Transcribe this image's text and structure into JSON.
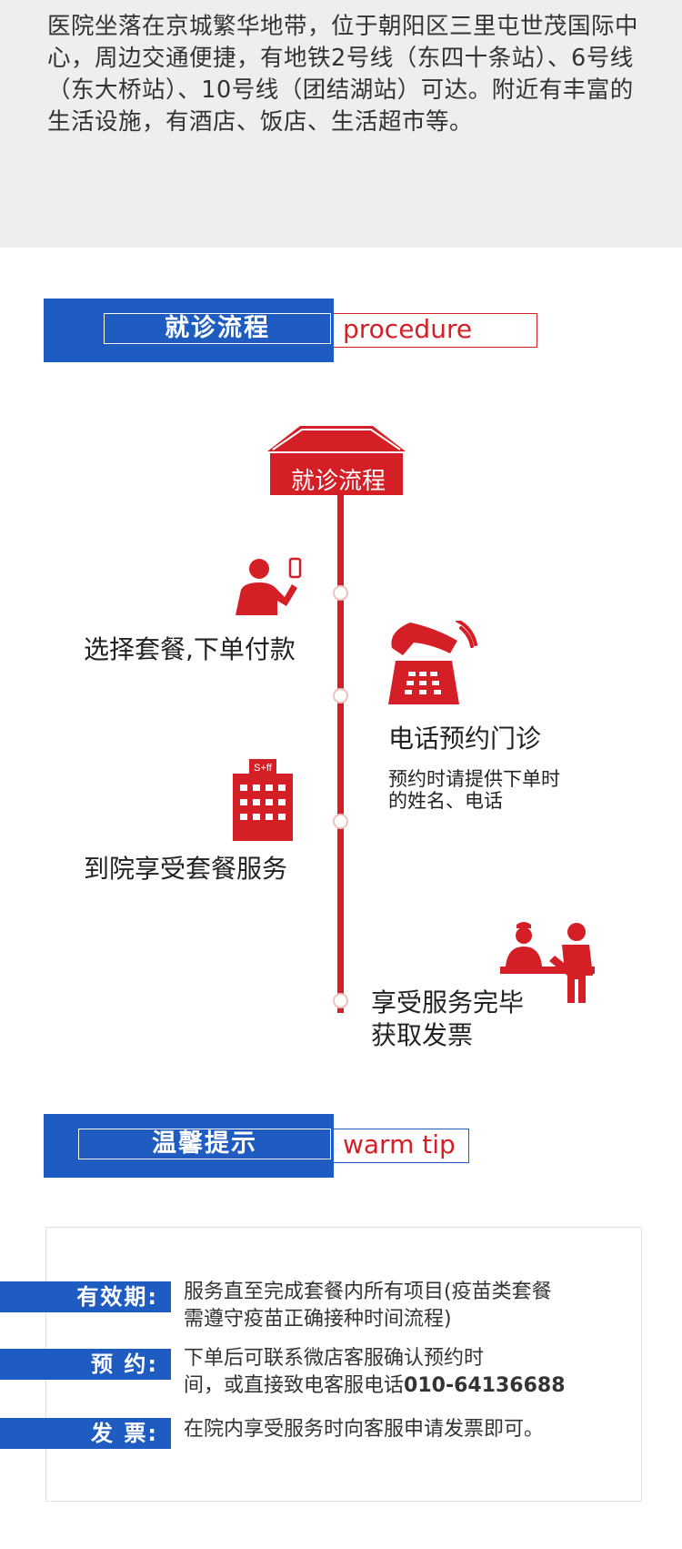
{
  "intro": {
    "text": "医院坐落在京城繁华地带，位于朝阳区三里屯世茂国际中心，周边交通便捷，有地铁2号线（东四十条站）、6号线（东大桥站）、10号线（团结湖站）可达。附近有丰富的生活设施，有酒店、饭店、生活超市等。"
  },
  "section_procedure": {
    "title": "就诊流程",
    "subtitle": "procedure"
  },
  "flow": {
    "house_label": "就诊流程",
    "steps": [
      {
        "label": "选择套餐,下单付款",
        "icon": "person-phone-icon"
      },
      {
        "label": "电话预约门诊",
        "note_line1": "预约时请提供下单时",
        "note_line2": "的姓名、电话",
        "icon": "telephone-icon"
      },
      {
        "label": "到院享受套餐服务",
        "icon": "hospital-building-icon",
        "sign": "S+ff"
      },
      {
        "label_line1": "享受服务完毕",
        "label_line2": "获取发票",
        "icon": "nurse-desk-icon"
      }
    ]
  },
  "section_tips": {
    "title": "温馨提示",
    "subtitle": "warm tip"
  },
  "tips": [
    {
      "label": "有效期:",
      "line1": "服务直至完成套餐内所有项目(疫苗类套餐",
      "line2": "需遵守疫苗正确接种时间流程)"
    },
    {
      "label": "预 约:",
      "line1": "下单后可联系微店客服确认预约时",
      "line2_prefix": "间，或直接致电客服电话",
      "phone": "010-64136688"
    },
    {
      "label": "发 票:",
      "line1": "在院内享受服务时向客服申请发票即可。"
    }
  ],
  "colors": {
    "brand_blue": "#1f5cc2",
    "accent_red": "#d51f26"
  }
}
